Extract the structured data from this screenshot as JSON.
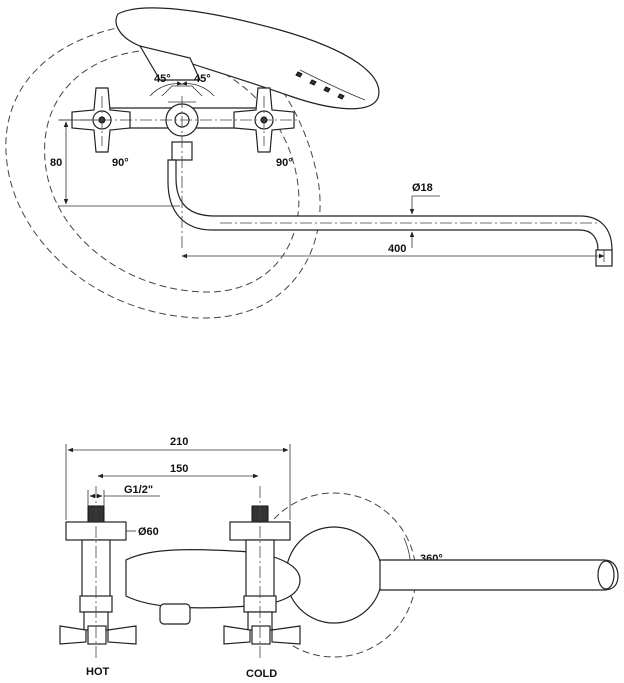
{
  "top_view": {
    "dim_height": "80",
    "angle_left": "90°",
    "angle_right": "90°",
    "angle_swing_left": "45°",
    "angle_swing_right": "45°",
    "dim_diameter_spout": "Ø18",
    "dim_spout_length": "400"
  },
  "front_view": {
    "dim_overall_width": "210",
    "dim_center_distance": "150",
    "dim_thread": "G1/2\"",
    "dim_flange_diameter": "Ø60",
    "dim_rotation": "360°",
    "label_hot": "HOT",
    "label_cold": "COLD"
  }
}
